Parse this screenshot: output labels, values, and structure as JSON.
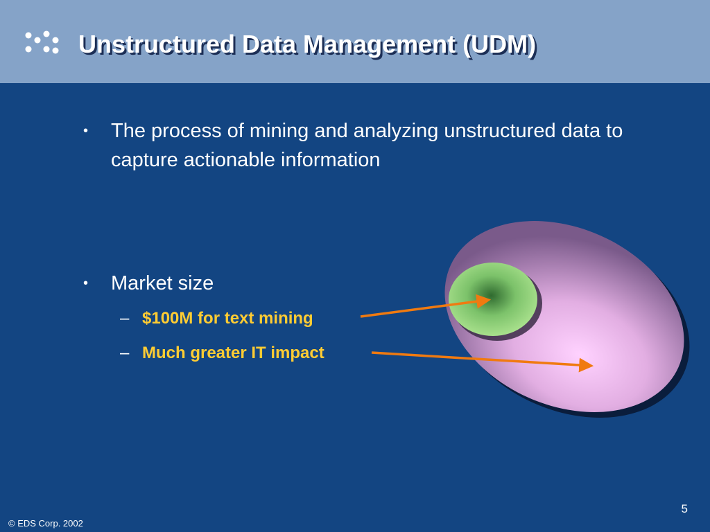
{
  "slide": {
    "title": "Unstructured Data Management (UDM)",
    "bullets": [
      {
        "text": "The process of mining and analyzing unstructured data to capture actionable information"
      },
      {
        "text": "Market size",
        "sub": [
          "$100M for text mining",
          "Much greater IT impact"
        ]
      }
    ],
    "bullet_glyph": "•",
    "sub_glyph": "–",
    "page_number": "5",
    "copyright": "© EDS Corp. 2002"
  },
  "colors": {
    "background": "#134582",
    "title_bar": "#85a3c8",
    "highlight_text": "#ffcc33",
    "arrow": "#f07a10",
    "large_ellipse": "#f4c4f4",
    "small_ellipse": "#a6e08a"
  },
  "icons": {
    "logo": "dots-logo-icon"
  }
}
